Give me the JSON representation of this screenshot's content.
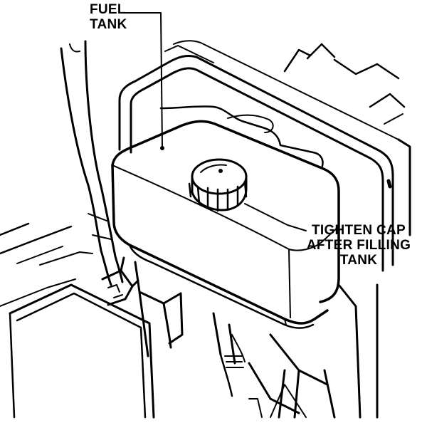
{
  "diagram": {
    "labels": {
      "fuel_tank": [
        "FUEL",
        "TANK"
      ],
      "tighten_cap": [
        "TIGHTEN CAP",
        "AFTER FILLING",
        "TANK"
      ]
    },
    "colors": {
      "ink": "#000000",
      "paper": "#ffffff"
    }
  }
}
